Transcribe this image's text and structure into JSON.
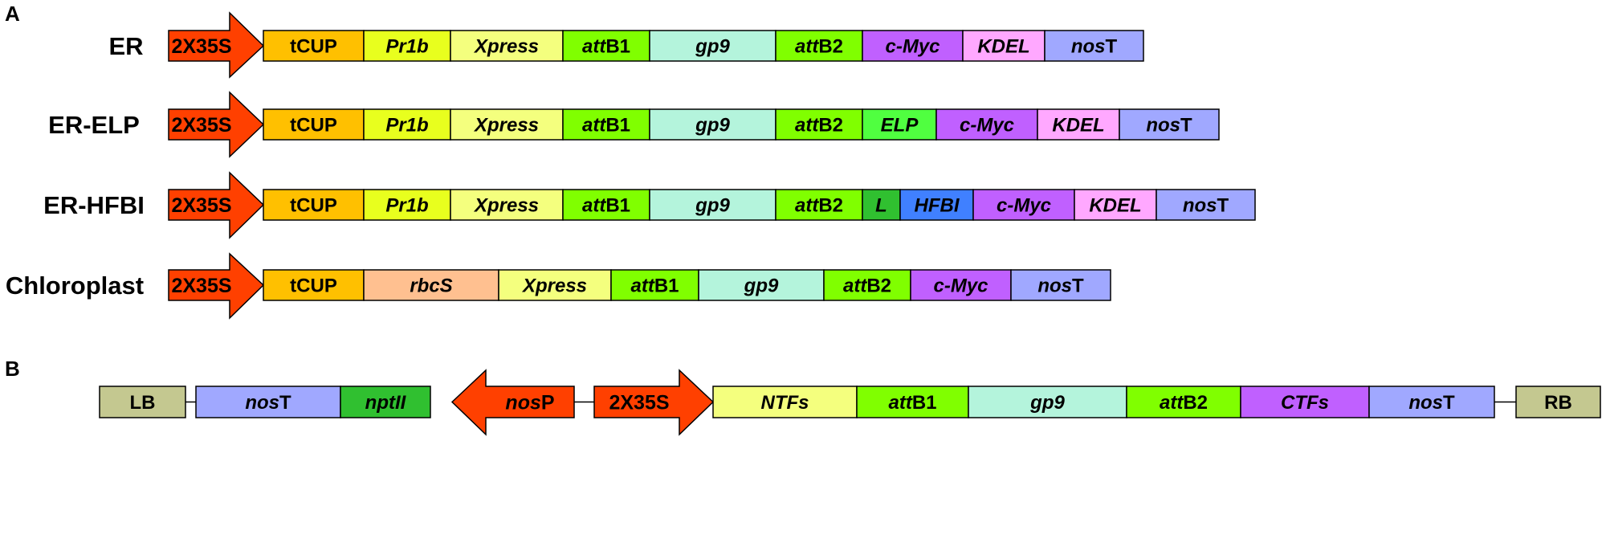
{
  "panels": [
    {
      "label": "A",
      "constructs": [
        {
          "name": "ER",
          "elements": [
            {
              "type": "arrow-right",
              "parts": [
                {
                  "text": "2X35S",
                  "italic": false
                }
              ],
              "color": "#ff4000"
            },
            {
              "type": "box",
              "parts": [
                {
                  "text": "tCUP",
                  "italic": false
                }
              ],
              "color": "#ffc000"
            },
            {
              "type": "box",
              "parts": [
                {
                  "text": "Pr1b",
                  "italic": true
                }
              ],
              "color": "#e8ff1e"
            },
            {
              "type": "box",
              "parts": [
                {
                  "text": "Xpress",
                  "italic": true
                }
              ],
              "color": "#f4ff7e"
            },
            {
              "type": "box",
              "parts": [
                {
                  "text": "att",
                  "italic": true
                },
                {
                  "text": "B1",
                  "italic": false
                }
              ],
              "color": "#80ff00"
            },
            {
              "type": "box",
              "parts": [
                {
                  "text": "gp9",
                  "italic": true
                }
              ],
              "color": "#b4f4dc"
            },
            {
              "type": "box",
              "parts": [
                {
                  "text": "att",
                  "italic": true
                },
                {
                  "text": "B2",
                  "italic": false
                }
              ],
              "color": "#80ff00"
            },
            {
              "type": "box",
              "parts": [
                {
                  "text": "c-Myc",
                  "italic": true
                }
              ],
              "color": "#c060ff"
            },
            {
              "type": "box",
              "parts": [
                {
                  "text": "KDEL",
                  "italic": true
                }
              ],
              "color": "#ffa8ff"
            },
            {
              "type": "box",
              "parts": [
                {
                  "text": "nos",
                  "italic": true
                },
                {
                  "text": "T",
                  "italic": false
                }
              ],
              "color": "#a0a8ff"
            }
          ]
        },
        {
          "name": "ER-ELP",
          "elements": [
            {
              "type": "arrow-right",
              "parts": [
                {
                  "text": "2X35S",
                  "italic": false
                }
              ],
              "color": "#ff4000"
            },
            {
              "type": "box",
              "parts": [
                {
                  "text": "tCUP",
                  "italic": false
                }
              ],
              "color": "#ffc000"
            },
            {
              "type": "box",
              "parts": [
                {
                  "text": "Pr1b",
                  "italic": true
                }
              ],
              "color": "#e8ff1e"
            },
            {
              "type": "box",
              "parts": [
                {
                  "text": "Xpress",
                  "italic": true
                }
              ],
              "color": "#f4ff7e"
            },
            {
              "type": "box",
              "parts": [
                {
                  "text": "att",
                  "italic": true
                },
                {
                  "text": "B1",
                  "italic": false
                }
              ],
              "color": "#80ff00"
            },
            {
              "type": "box",
              "parts": [
                {
                  "text": "gp9",
                  "italic": true
                }
              ],
              "color": "#b4f4dc"
            },
            {
              "type": "box",
              "parts": [
                {
                  "text": "att",
                  "italic": true
                },
                {
                  "text": "B2",
                  "italic": false
                }
              ],
              "color": "#80ff00"
            },
            {
              "type": "box",
              "parts": [
                {
                  "text": "ELP",
                  "italic": true
                }
              ],
              "color": "#50ff40"
            },
            {
              "type": "box",
              "parts": [
                {
                  "text": "c-Myc",
                  "italic": true
                }
              ],
              "color": "#c060ff"
            },
            {
              "type": "box",
              "parts": [
                {
                  "text": "KDEL",
                  "italic": true
                }
              ],
              "color": "#ffa8ff"
            },
            {
              "type": "box",
              "parts": [
                {
                  "text": "nos",
                  "italic": true
                },
                {
                  "text": "T",
                  "italic": false
                }
              ],
              "color": "#a0a8ff"
            }
          ]
        },
        {
          "name": "ER-HFBI",
          "elements": [
            {
              "type": "arrow-right",
              "parts": [
                {
                  "text": "2X35S",
                  "italic": false
                }
              ],
              "color": "#ff4000"
            },
            {
              "type": "box",
              "parts": [
                {
                  "text": "tCUP",
                  "italic": false
                }
              ],
              "color": "#ffc000"
            },
            {
              "type": "box",
              "parts": [
                {
                  "text": "Pr1b",
                  "italic": true
                }
              ],
              "color": "#e8ff1e"
            },
            {
              "type": "box",
              "parts": [
                {
                  "text": "Xpress",
                  "italic": true
                }
              ],
              "color": "#f4ff7e"
            },
            {
              "type": "box",
              "parts": [
                {
                  "text": "att",
                  "italic": true
                },
                {
                  "text": "B1",
                  "italic": false
                }
              ],
              "color": "#80ff00"
            },
            {
              "type": "box",
              "parts": [
                {
                  "text": "gp9",
                  "italic": true
                }
              ],
              "color": "#b4f4dc"
            },
            {
              "type": "box",
              "parts": [
                {
                  "text": "att",
                  "italic": true
                },
                {
                  "text": "B2",
                  "italic": false
                }
              ],
              "color": "#80ff00"
            },
            {
              "type": "box",
              "parts": [
                {
                  "text": "L",
                  "italic": true
                }
              ],
              "color": "#30c030"
            },
            {
              "type": "box",
              "parts": [
                {
                  "text": "HFBI",
                  "italic": true
                }
              ],
              "color": "#4080ff"
            },
            {
              "type": "box",
              "parts": [
                {
                  "text": "c-Myc",
                  "italic": true
                }
              ],
              "color": "#c060ff"
            },
            {
              "type": "box",
              "parts": [
                {
                  "text": "KDEL",
                  "italic": true
                }
              ],
              "color": "#ffa8ff"
            },
            {
              "type": "box",
              "parts": [
                {
                  "text": "nos",
                  "italic": true
                },
                {
                  "text": "T",
                  "italic": false
                }
              ],
              "color": "#a0a8ff"
            }
          ]
        },
        {
          "name": "Chloroplast",
          "elements": [
            {
              "type": "arrow-right",
              "parts": [
                {
                  "text": "2X35S",
                  "italic": false
                }
              ],
              "color": "#ff4000"
            },
            {
              "type": "box",
              "parts": [
                {
                  "text": "tCUP",
                  "italic": false
                }
              ],
              "color": "#ffc000"
            },
            {
              "type": "box",
              "parts": [
                {
                  "text": "rbcS",
                  "italic": true
                }
              ],
              "color": "#ffc090"
            },
            {
              "type": "box",
              "parts": [
                {
                  "text": "Xpress",
                  "italic": true
                }
              ],
              "color": "#f4ff7e"
            },
            {
              "type": "box",
              "parts": [
                {
                  "text": "att",
                  "italic": true
                },
                {
                  "text": "B1",
                  "italic": false
                }
              ],
              "color": "#80ff00"
            },
            {
              "type": "box",
              "parts": [
                {
                  "text": "gp9",
                  "italic": true
                }
              ],
              "color": "#b4f4dc"
            },
            {
              "type": "box",
              "parts": [
                {
                  "text": "att",
                  "italic": true
                },
                {
                  "text": "B2",
                  "italic": false
                }
              ],
              "color": "#80ff00"
            },
            {
              "type": "box",
              "parts": [
                {
                  "text": "c-Myc",
                  "italic": true
                }
              ],
              "color": "#c060ff"
            },
            {
              "type": "box",
              "parts": [
                {
                  "text": "nos",
                  "italic": true
                },
                {
                  "text": "T",
                  "italic": false
                }
              ],
              "color": "#a0a8ff"
            }
          ]
        }
      ]
    },
    {
      "label": "B",
      "constructs": [
        {
          "name": "",
          "elements": [
            {
              "type": "box",
              "parts": [
                {
                  "text": "LB",
                  "italic": false
                }
              ],
              "color": "#c4c890"
            },
            {
              "type": "box",
              "parts": [
                {
                  "text": "nos",
                  "italic": true
                },
                {
                  "text": "T",
                  "italic": false
                }
              ],
              "color": "#a0a8ff"
            },
            {
              "type": "box",
              "parts": [
                {
                  "text": "nptII",
                  "italic": true
                }
              ],
              "color": "#30c030"
            },
            {
              "type": "arrow-left",
              "parts": [
                {
                  "text": "nos",
                  "italic": true
                },
                {
                  "text": "P",
                  "italic": false
                }
              ],
              "color": "#ff4000"
            },
            {
              "type": "arrow-right",
              "parts": [
                {
                  "text": "2X35S",
                  "italic": false
                }
              ],
              "color": "#ff4000"
            },
            {
              "type": "box",
              "parts": [
                {
                  "text": "NTFs",
                  "italic": true
                }
              ],
              "color": "#f4ff7e"
            },
            {
              "type": "box",
              "parts": [
                {
                  "text": "att",
                  "italic": true
                },
                {
                  "text": "B1",
                  "italic": false
                }
              ],
              "color": "#80ff00"
            },
            {
              "type": "box",
              "parts": [
                {
                  "text": "gp9",
                  "italic": true
                }
              ],
              "color": "#b4f4dc"
            },
            {
              "type": "box",
              "parts": [
                {
                  "text": "att",
                  "italic": true
                },
                {
                  "text": "B2",
                  "italic": false
                }
              ],
              "color": "#80ff00"
            },
            {
              "type": "box",
              "parts": [
                {
                  "text": "CTFs",
                  "italic": true
                }
              ],
              "color": "#c060ff"
            },
            {
              "type": "box",
              "parts": [
                {
                  "text": "nos",
                  "italic": true
                },
                {
                  "text": "T",
                  "italic": false
                }
              ],
              "color": "#a0a8ff"
            },
            {
              "type": "box",
              "parts": [
                {
                  "text": "RB",
                  "italic": false
                }
              ],
              "color": "#c4c890"
            }
          ]
        }
      ]
    }
  ]
}
